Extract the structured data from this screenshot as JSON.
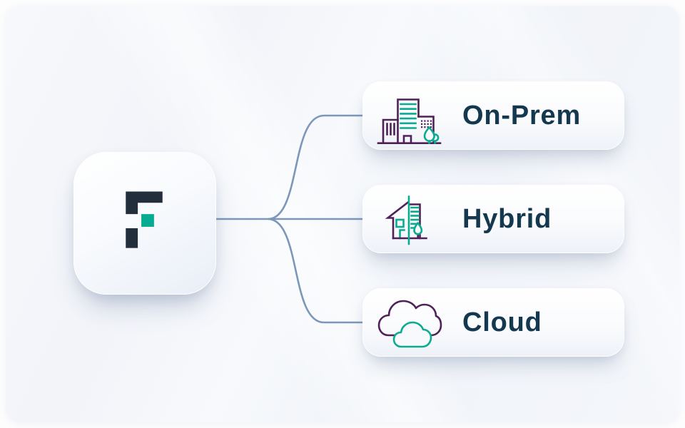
{
  "diagram": {
    "root": {
      "letter": "F",
      "description": "brand logo tile"
    },
    "nodes": [
      {
        "id": "on-prem",
        "label": "On-Prem",
        "icon": "office-buildings-icon"
      },
      {
        "id": "hybrid",
        "label": "Hybrid",
        "icon": "house-building-split-icon"
      },
      {
        "id": "cloud",
        "label": "Cloud",
        "icon": "clouds-icon"
      }
    ]
  },
  "colors": {
    "page-bg": "#fdfdfe",
    "panel-bg": "#f4f6fa",
    "connector": "#7d97ba",
    "label-text": "#14384f",
    "icon-purple": "#4e2158",
    "icon-teal": "#0aab91",
    "logo-dark": "#232e3c",
    "logo-teal": "#06ab92",
    "card-bg-top": "#ffffff",
    "card-bg-bottom": "#eef2f8"
  }
}
